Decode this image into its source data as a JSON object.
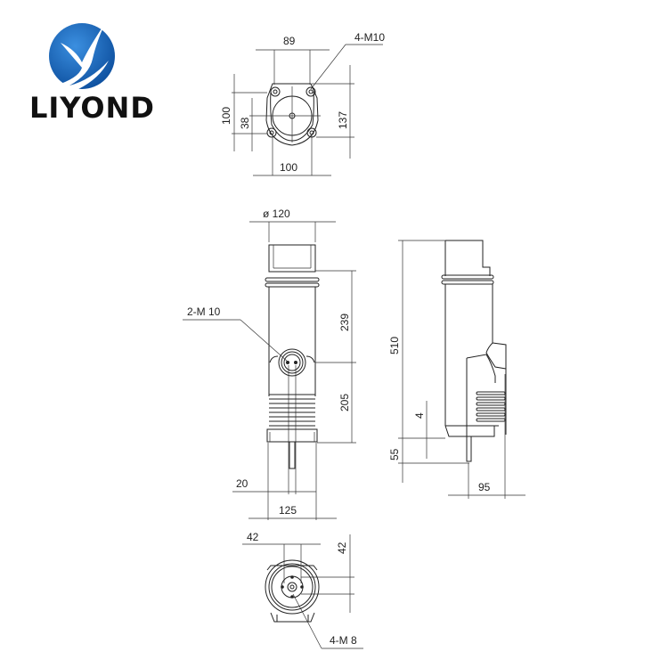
{
  "logo": {
    "brand_name": "LIYOND",
    "icon": "liyond-globe-logo-icon",
    "colors": {
      "primary_blue": "#1a6fc4",
      "dark_blue": "#0d4f9e",
      "text": "#111111"
    }
  },
  "drawing": {
    "top_view": {
      "dim_width_top": "89",
      "bolt_label": "4-M10",
      "dim_height_left": "100",
      "dim_small_left": "38",
      "dim_height_right": "137",
      "dim_width_bottom": "100"
    },
    "front_view": {
      "dim_diameter": "ø 120",
      "thread_label": "2-M 10",
      "dim_upper": "239",
      "dim_lower": "205",
      "dim_pin": "20",
      "dim_base_width": "125"
    },
    "side_view": {
      "dim_total_height": "510",
      "dim_small": "4",
      "dim_pin_length": "55",
      "dim_offset": "95"
    },
    "bottom_view": {
      "dim_horizontal": "42",
      "dim_vertical": "42",
      "bolt_label": "4-M 8"
    }
  }
}
